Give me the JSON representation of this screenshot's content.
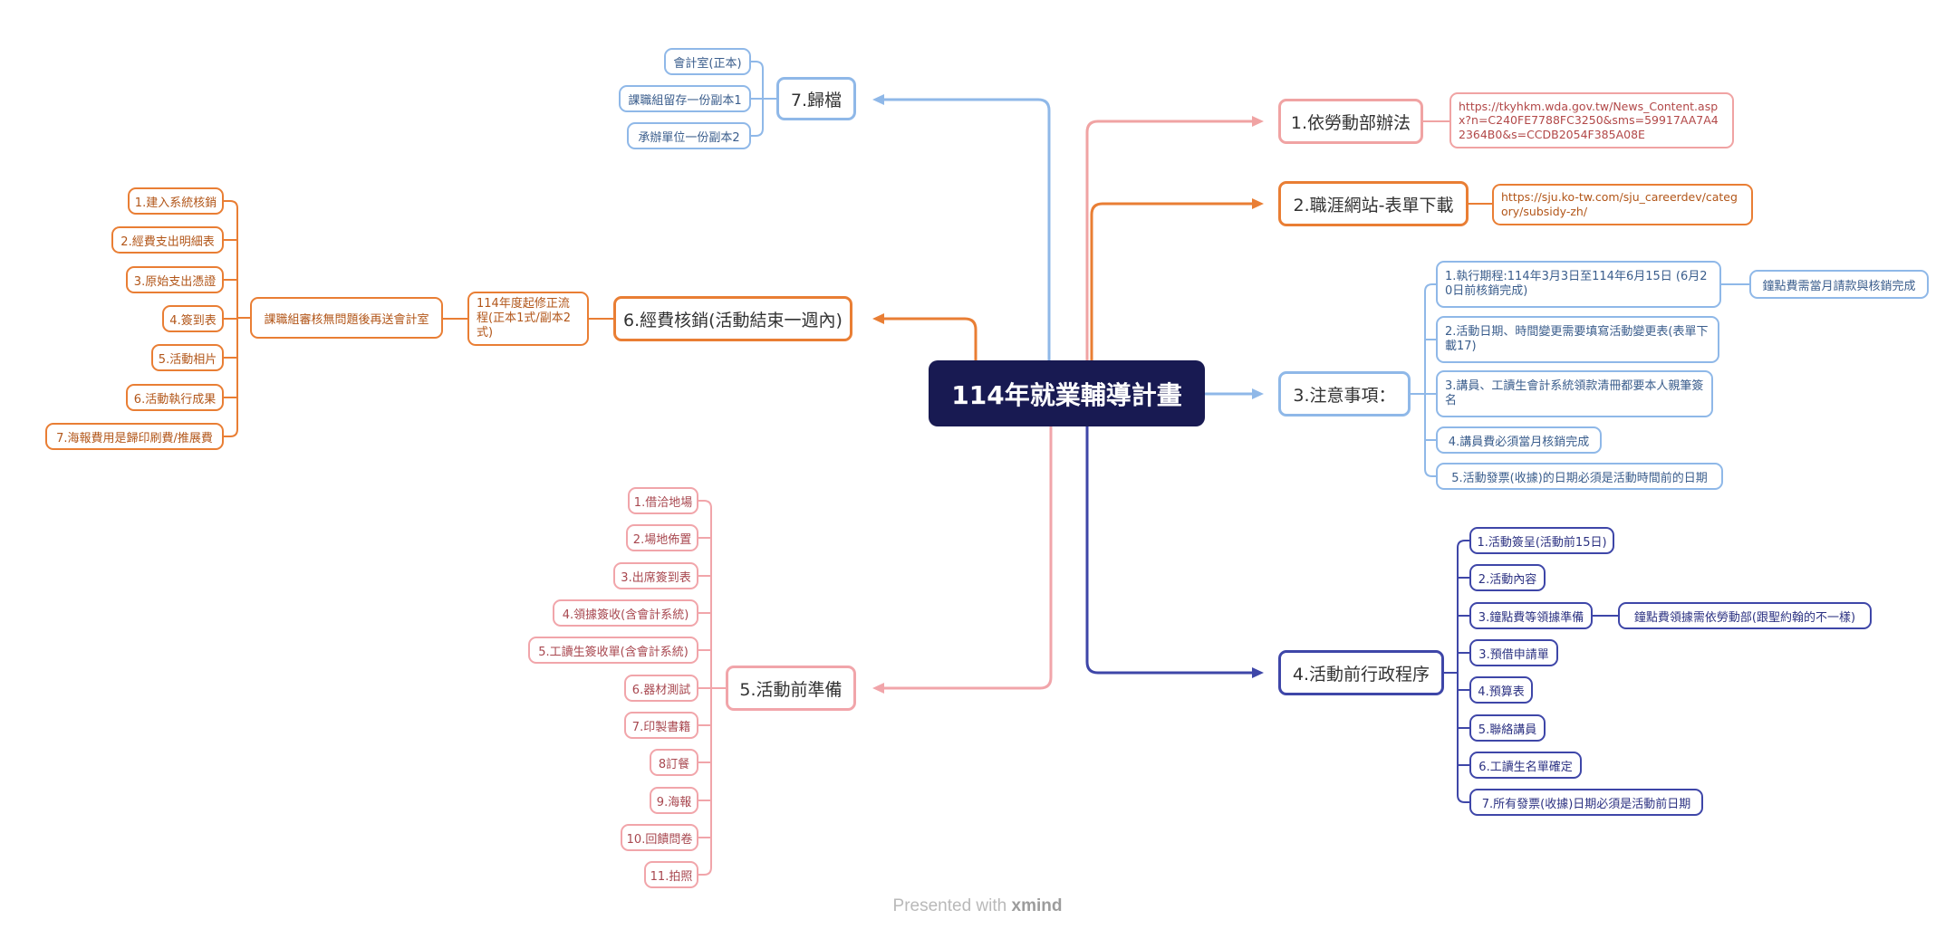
{
  "center": {
    "title": "114年就業輔導計畫"
  },
  "colors": {
    "salmon": "#f0a3a3",
    "salmon_text": "#b24848",
    "orange": "#e97e34",
    "orange_text": "#b25619",
    "light_blue": "#8fb8e8",
    "light_blue_text": "#3a5d8c",
    "navy": "#3e46a8",
    "navy_text": "#2c3282",
    "pink": "#f1a5aa",
    "pink_text": "#a8474f",
    "center_bg": "#181a52"
  },
  "branches": {
    "b1": {
      "label": "1.依勞動部辦法",
      "url": "https://tkyhkm.wda.gov.tw/News_Content.aspx?n=C240FE7788FC3250&sms=59917AA7A42364B0&s=CCDB2054F385A08E"
    },
    "b2": {
      "label": "2.職涯網站-表單下載",
      "url": "https://sju.ko-tw.com/sju_careerdev/category/subsidy-zh/"
    },
    "b3": {
      "label": "3.注意事項：",
      "items": [
        "1.執行期程:114年3月3日至114年6月15日 (6月20日前核銷完成)",
        "2.活動日期、時間變更需要填寫活動變更表(表單下載17)",
        "3.講員、工讀生會計系統領款清冊都要本人親筆簽名",
        "4.講員費必須當月核銷完成",
        "5.活動發票(收據)的日期必須是活動時間前的日期"
      ],
      "sub": "鐘點費需當月請款與核銷完成"
    },
    "b4": {
      "label": "4.活動前行政程序",
      "items": [
        "1.活動簽呈(活動前15日)",
        "2.活動內容",
        "3.鐘點費等領據準備",
        "3.預借申請單",
        "4.預算表",
        "5.聯絡講員",
        "6.工讀生名單確定",
        "7.所有發票(收據)日期必須是活動前日期"
      ],
      "sub": "鐘點費領據需依勞動部(跟聖約翰的不一樣)"
    },
    "b5": {
      "label": "5.活動前準備",
      "items": [
        "1.借洽地場",
        "2.場地佈置",
        "3.出席簽到表",
        "4.領據簽收(含會計系統)",
        "5.工讀生簽收單(含會計系統)",
        "6.器材測試",
        "7.印製書籍",
        "8訂餐",
        "9.海報",
        "10.回饋問卷",
        "11.拍照"
      ]
    },
    "b6": {
      "label": "6.經費核銷(活動結束一週內)",
      "sub1": "114年度起修正流程(正本1式/副本2式)",
      "sub2": "課職組審核無問題後再送會計室",
      "items": [
        "1.建入系統核銷",
        "2.經費支出明細表",
        "3.原始支出憑證",
        "4.簽到表",
        "5.活動相片",
        "6.活動執行成果",
        "7.海報費用是歸印刷費/推展費"
      ]
    },
    "b7": {
      "label": "7.歸檔",
      "items": [
        "會計室(正本)",
        "課職組留存一份副本1",
        "承辦單位一份副本2"
      ]
    }
  },
  "footer": {
    "prefix": "Presented with",
    "brand": "xmind"
  }
}
